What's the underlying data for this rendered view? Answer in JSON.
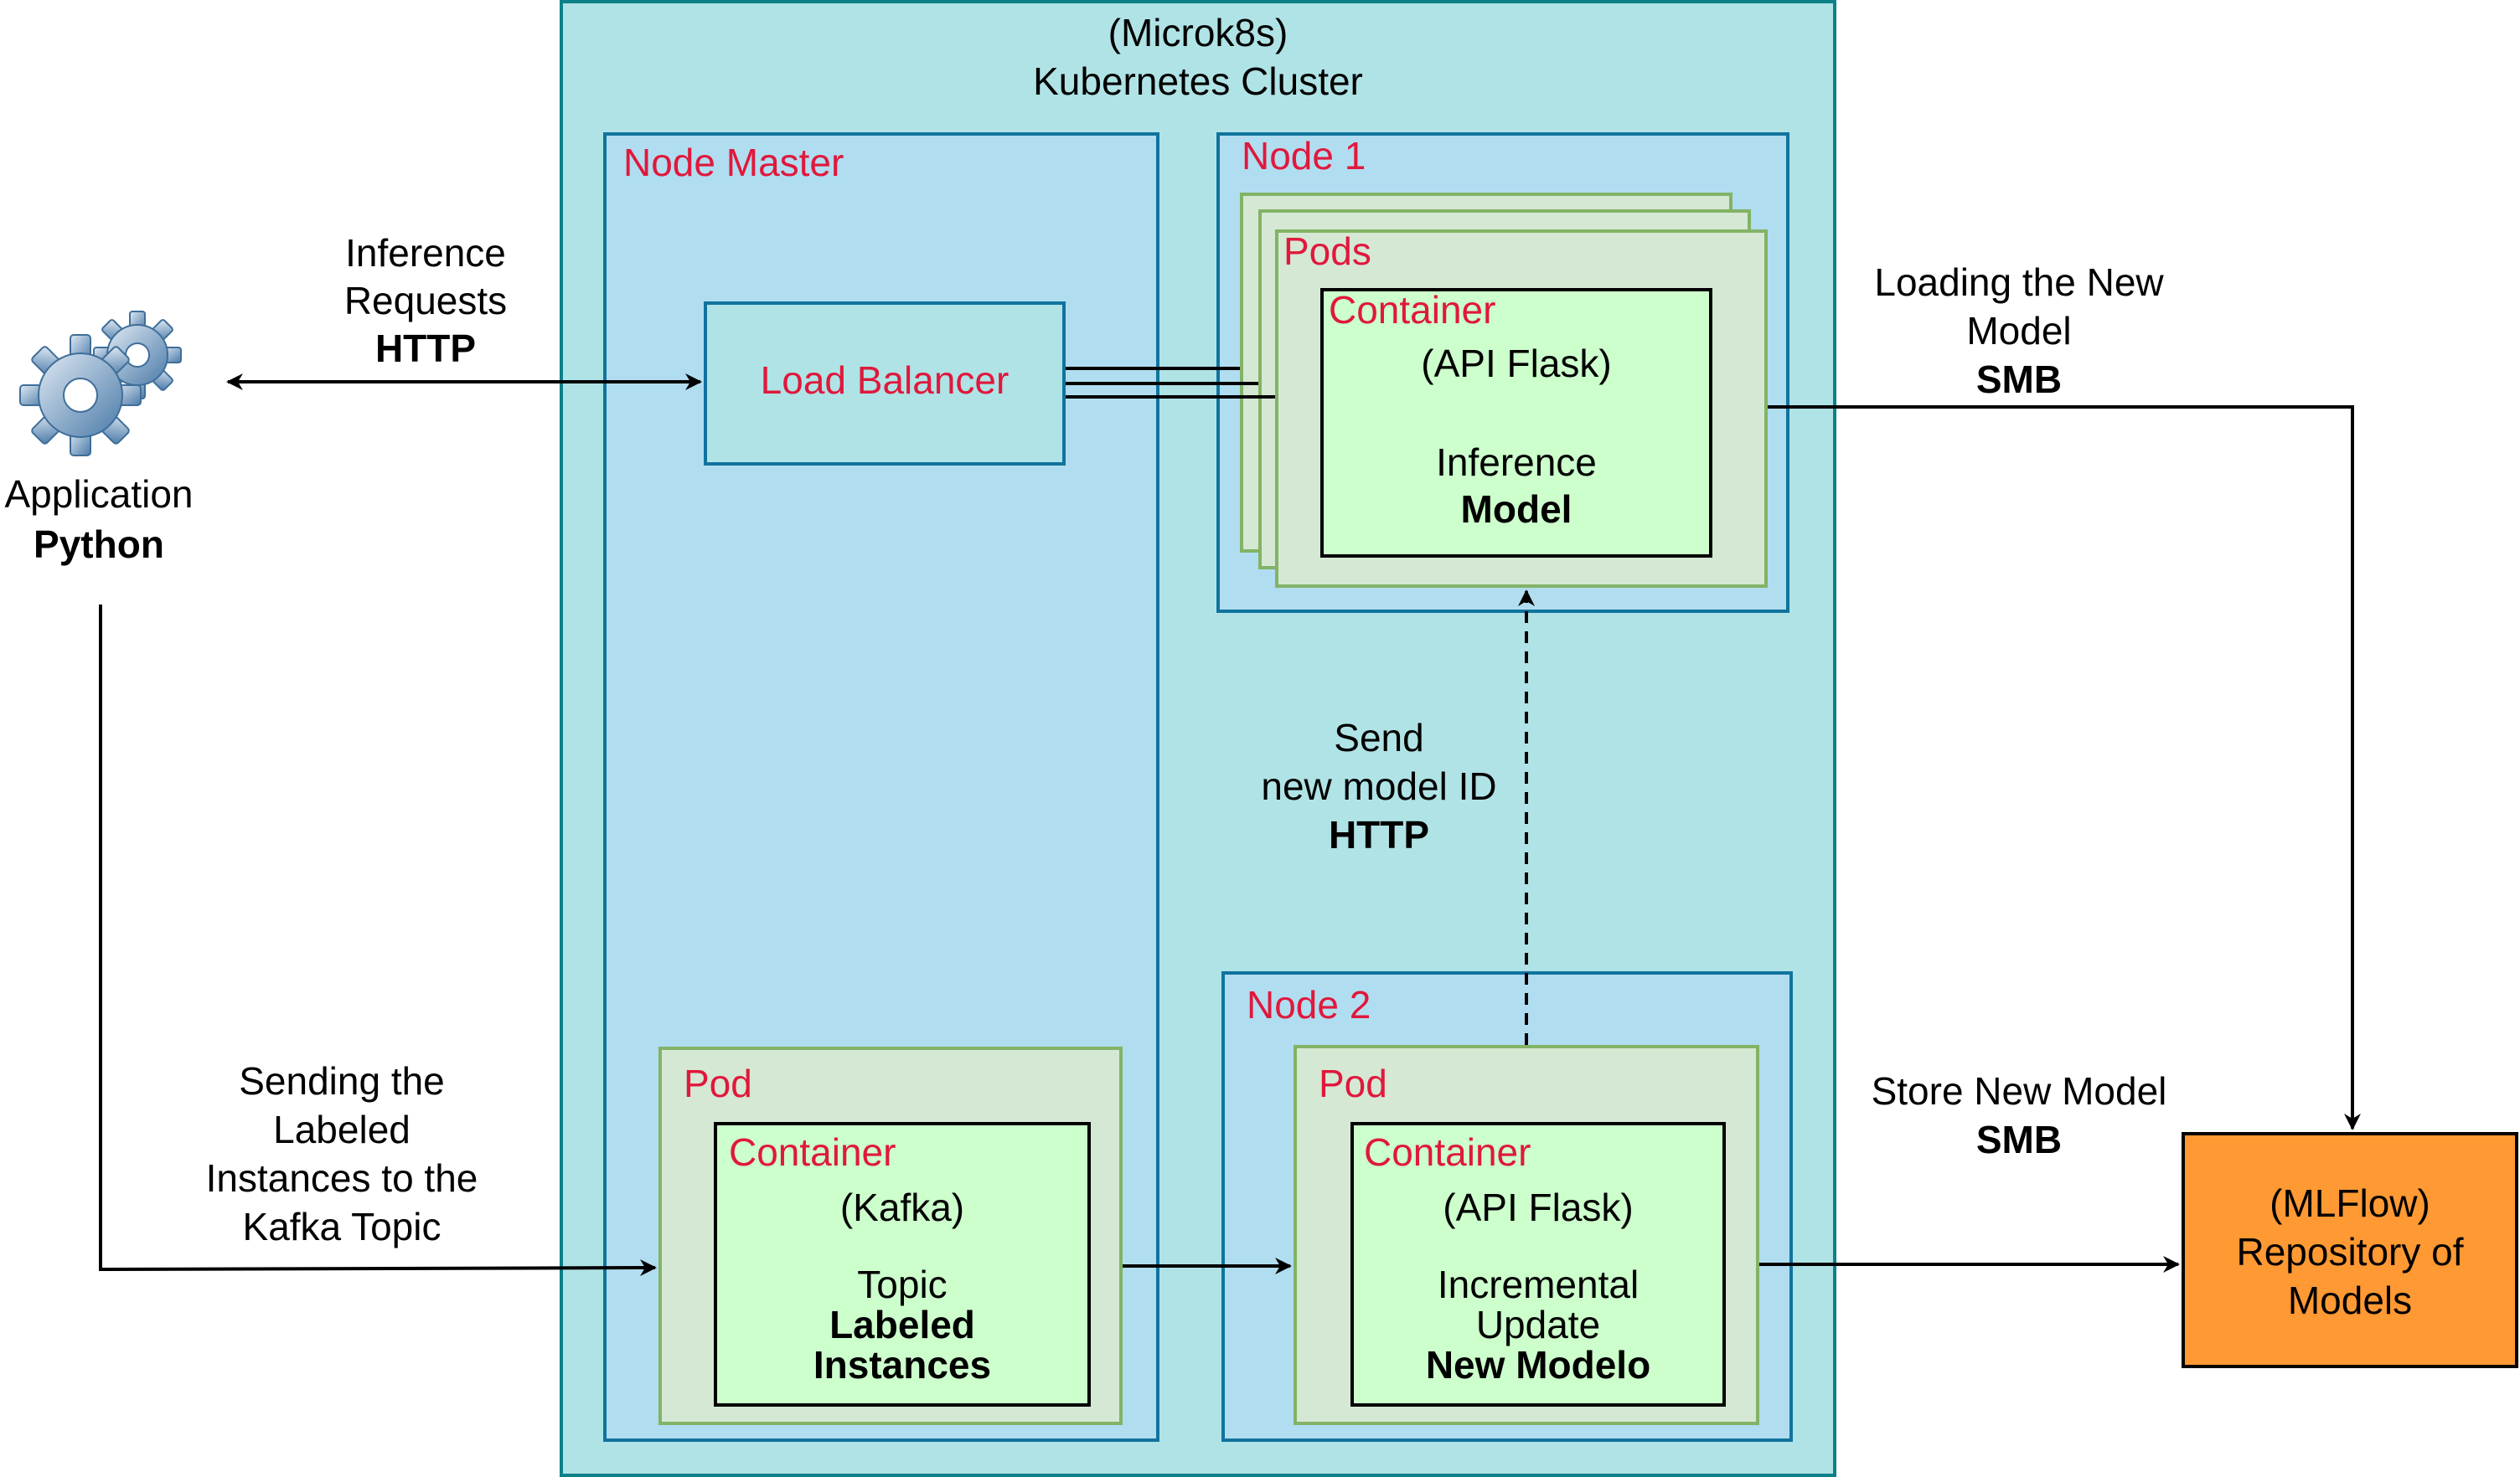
{
  "cluster": {
    "line1": "(Microk8s)",
    "line2": "Kubernetes Cluster"
  },
  "node_master": {
    "label": "Node Master"
  },
  "node1": {
    "label": "Node 1",
    "pods_label": "Pods",
    "container_label": "Container",
    "line1": "(API Flask)",
    "line2": "Inference",
    "line3": "Model"
  },
  "node2": {
    "label": "Node 2",
    "pod_label": "Pod",
    "container_label": "Container",
    "line1": "(API Flask)",
    "line2": "Incremental",
    "line3": "Update",
    "line4": "New Modelo"
  },
  "load_balancer": {
    "label": "Load Balancer"
  },
  "kafka_pod": {
    "pod_label": "Pod",
    "container_label": "Container",
    "line1": "(Kafka)",
    "line2": "Topic",
    "line3": "Labeled",
    "line4": "Instances"
  },
  "app": {
    "line1": "Application",
    "line2": "Python",
    "icon": "gears-icon"
  },
  "edges": {
    "inference": {
      "line1": "Inference",
      "line2": "Requests",
      "line3": "HTTP"
    },
    "sending": {
      "line1": "Sending the",
      "line2": "Labeled",
      "line3": "Instances to the",
      "line4": "Kafka Topic"
    },
    "send_id": {
      "line1": "Send",
      "line2": "new model ID",
      "line3": "HTTP"
    },
    "loading": {
      "line1": "Loading the New",
      "line2": "Model",
      "line3": "SMB"
    },
    "store": {
      "line1": "Store New Model",
      "line2": "SMB"
    }
  },
  "repo": {
    "line1": "(MLFlow)",
    "line2": "Repository of",
    "line3": "Models"
  },
  "colors": {
    "cluster_fill": "#b0e3e6",
    "node_fill": "#b1ddf0",
    "pod_fill": "#d5e8d4",
    "container_fill": "#ccffcc",
    "repo_fill": "#ff9933",
    "label_red": "#e0183c"
  }
}
